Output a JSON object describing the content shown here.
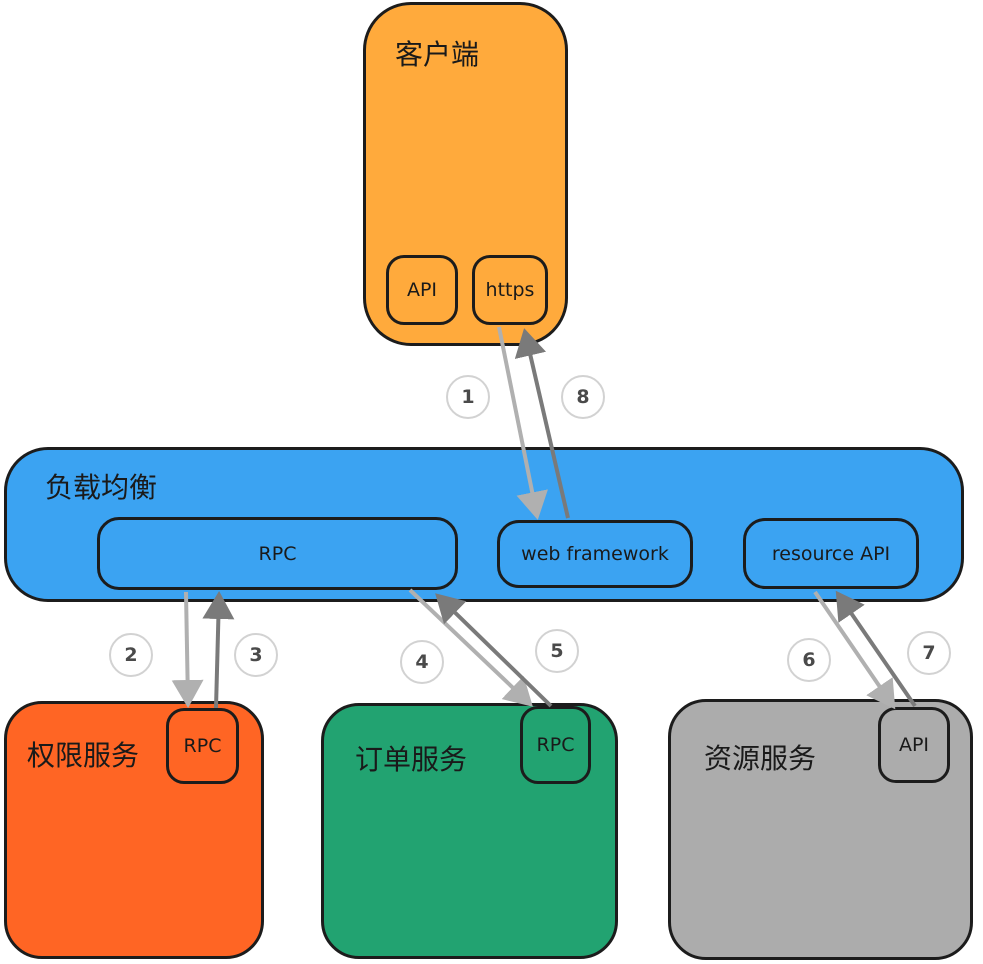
{
  "client": {
    "title": "客户端",
    "api_label": "API",
    "https_label": "https",
    "color": "#FFAA3C"
  },
  "load_balancer": {
    "title": "负载均衡",
    "rpc_label": "RPC",
    "web_label": "web framework",
    "resource_label": "resource API",
    "color": "#3BA3F2"
  },
  "auth_service": {
    "title": "权限服务",
    "rpc_label": "RPC",
    "color": "#FF6524"
  },
  "order_service": {
    "title": "订单服务",
    "rpc_label": "RPC",
    "color": "#22A371"
  },
  "resource_service": {
    "title": "资源服务",
    "api_label": "API",
    "color": "#ACACAC"
  },
  "steps": [
    "1",
    "2",
    "3",
    "4",
    "5",
    "6",
    "7",
    "8"
  ],
  "colors": {
    "arrow_light": "#B0B0B0",
    "arrow_dark": "#7A7A7A",
    "border": "#1C1C1C"
  }
}
